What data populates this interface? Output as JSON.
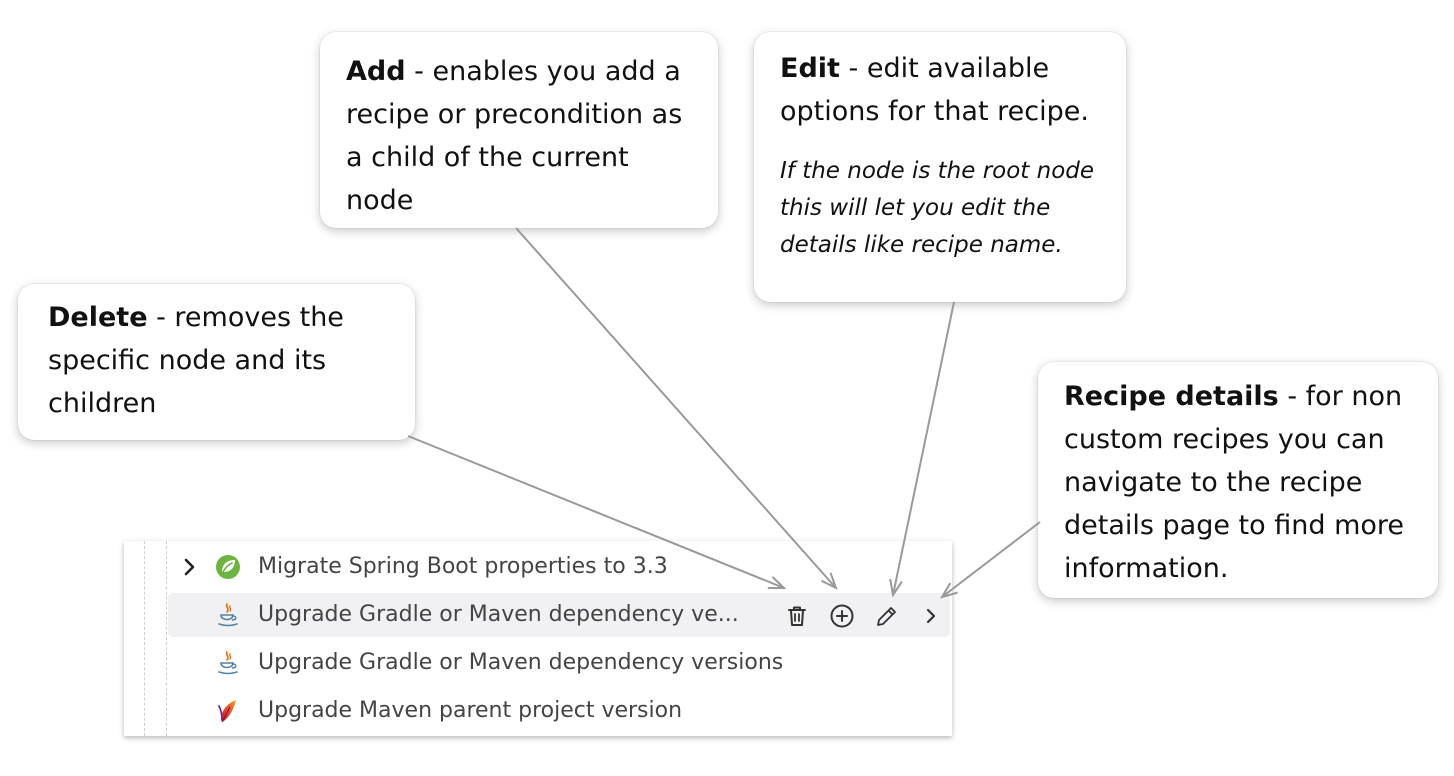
{
  "callouts": {
    "add": {
      "title": "Add",
      "text": " - enables you add a recipe or precondition as a child of the current node"
    },
    "edit": {
      "title": "Edit",
      "text": " - edit available options for that recipe.",
      "note": "If the node is the root node this will let you edit the details like recipe name."
    },
    "delete": {
      "title": "Delete",
      "text": " - removes the specific node and its children"
    },
    "details": {
      "title": "Recipe details",
      "text": " - for non custom recipes you can navigate to the recipe details page to find more information."
    }
  },
  "tree": {
    "rows": [
      {
        "label": "Migrate Spring Boot properties to 3.3",
        "icon": "spring-leaf-icon",
        "expandable": true
      },
      {
        "label": "Upgrade Gradle or Maven dependency ve...",
        "icon": "java-coffee-icon",
        "selected": true
      },
      {
        "label": "Upgrade Gradle or Maven dependency versions",
        "icon": "java-coffee-icon"
      },
      {
        "label": "Upgrade Maven parent project version",
        "icon": "maven-feather-icon"
      }
    ],
    "actions": [
      "trash-icon",
      "plus-circle-icon",
      "pencil-icon",
      "chevron-right-icon"
    ]
  },
  "colors": {
    "arrow": "#999999",
    "selected_row_bg": "#f1f1f3",
    "spring_green": "#6db33f",
    "icon_stroke": "#333333"
  }
}
